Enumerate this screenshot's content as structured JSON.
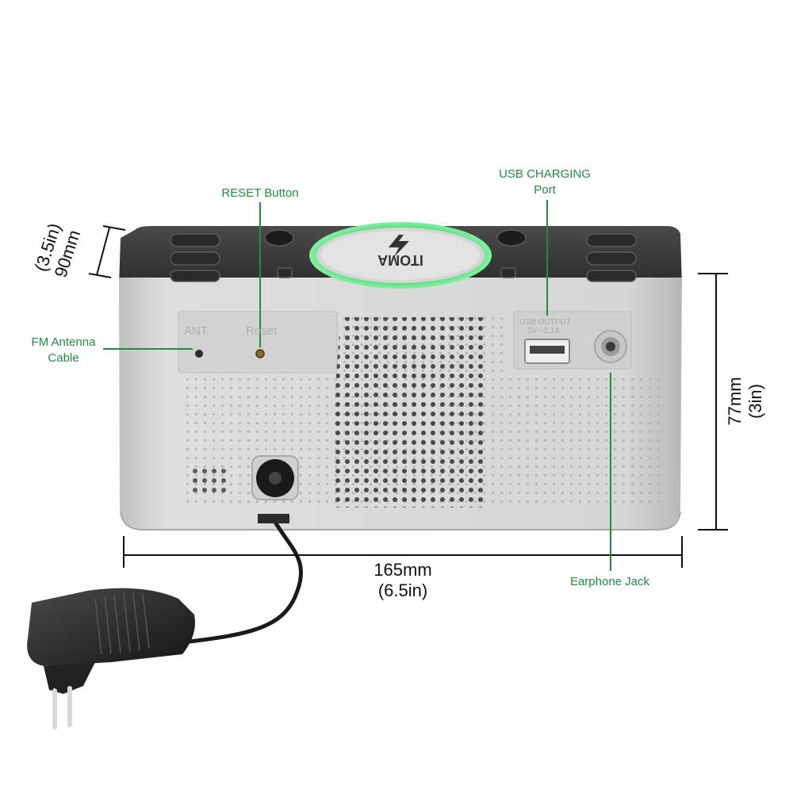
{
  "callouts": {
    "reset_button": "RESET Button",
    "usb_charging_line1": "USB CHARGING",
    "usb_charging_line2": "Port",
    "fm_antenna_line1": "FM Antenna",
    "fm_antenna_line2": "Cable",
    "earphone_jack": "Earphone Jack"
  },
  "dimensions": {
    "depth_mm": "90mm",
    "depth_in": "(3.5in)",
    "height_mm": "77mm",
    "height_in": "(3in)",
    "width_mm": "165mm",
    "width_in": "(6.5in)"
  },
  "device_labels": {
    "ant": "ANT.",
    "reset": "Reset",
    "usb_output_line1": "USB OUTPUT",
    "usb_output_line2": "5V⎓2.1A",
    "brand": "ITOMA"
  },
  "colors": {
    "callout_green": "#1f8f3a",
    "ring_green": "#3ad36a",
    "body_silver": "#d9d9d9",
    "top_dark": "#3b3b3b"
  }
}
